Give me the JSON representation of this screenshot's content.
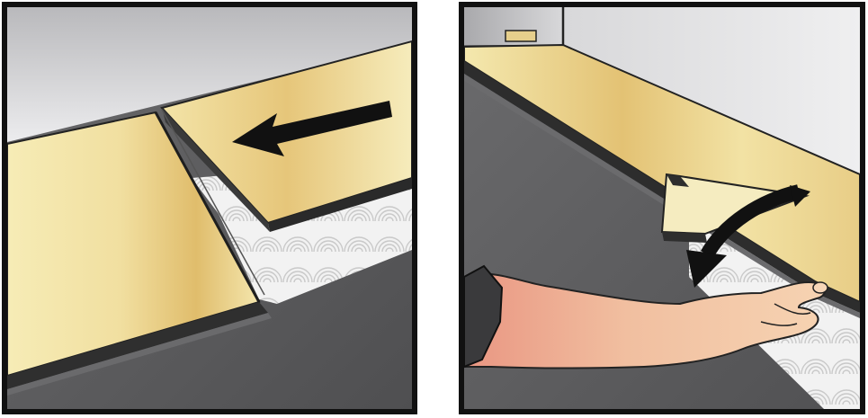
{
  "illustration": {
    "panels": [
      {
        "id": "left",
        "icons": [
          "plank-installed",
          "plank-angled-insert",
          "arrow-left-icon",
          "foam-underlay-pattern"
        ]
      },
      {
        "id": "right",
        "icons": [
          "plank-row-against-wall",
          "plank-angled-insert",
          "curved-arrow-down-icon",
          "hand-pressing-plank",
          "foam-underlay-pattern"
        ]
      }
    ],
    "colors": {
      "border": "#111111",
      "subfloor": "#5a5a5c",
      "wall": "#cfcfd1",
      "plank_light": "#f7efb8",
      "plank_gold": "#e2c070",
      "plank_edge": "#2a2a2a",
      "arrow": "#111111",
      "underlay": "#eeeeee",
      "skin": "#f2c9a0",
      "skin_shade": "#e79a86"
    }
  }
}
